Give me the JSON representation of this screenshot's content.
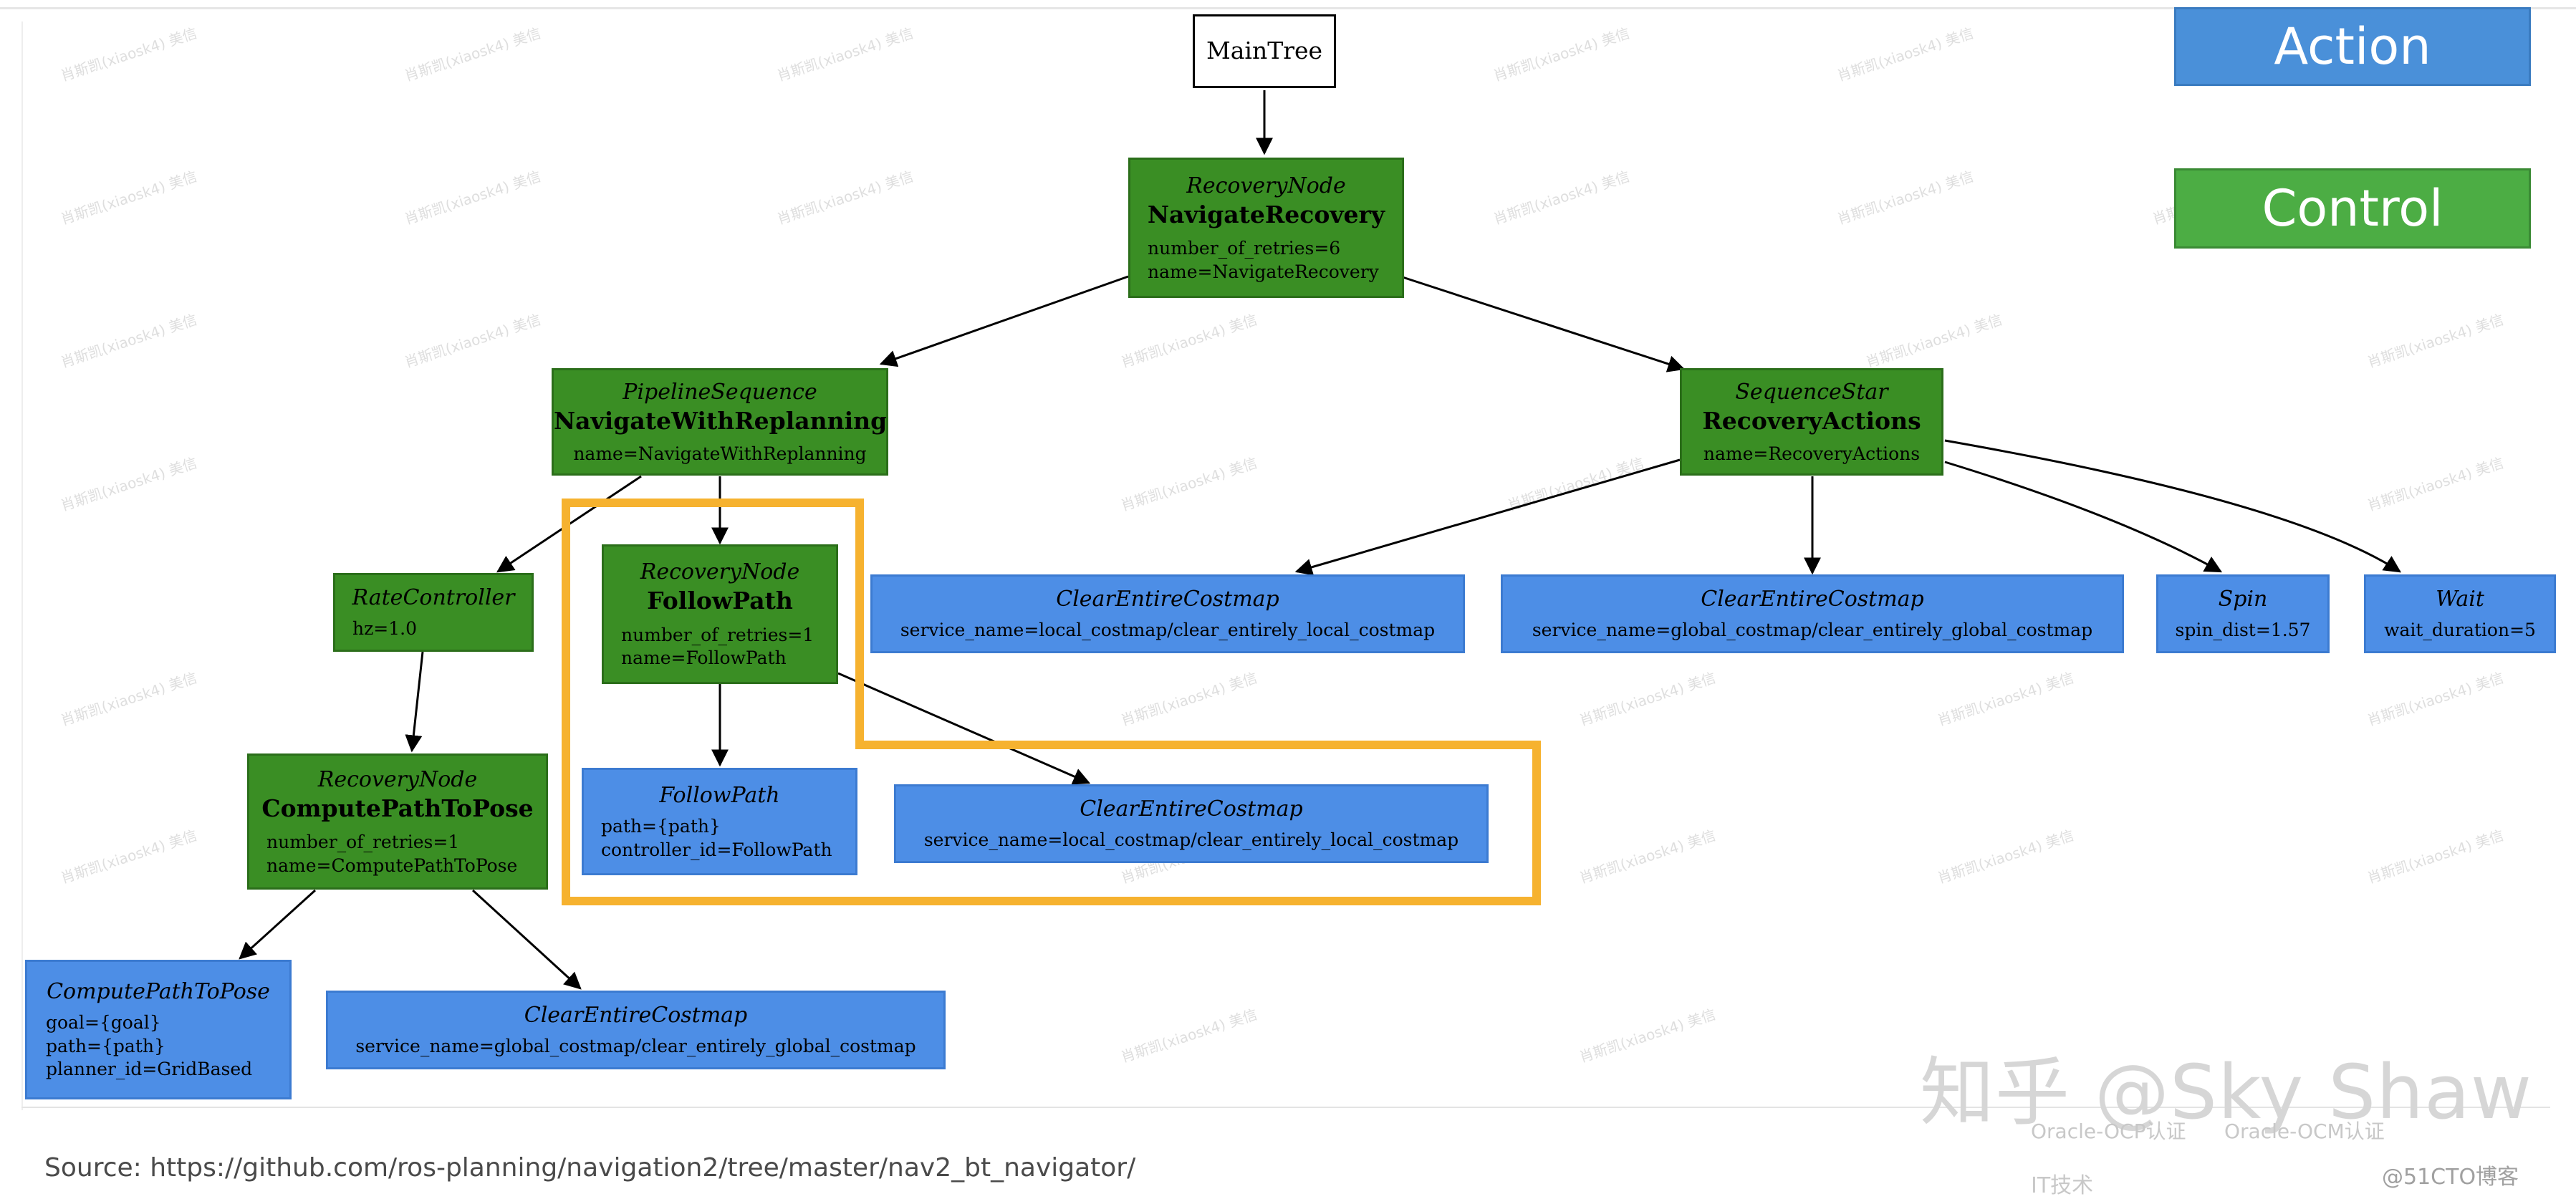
{
  "legend": {
    "action_label": "Action",
    "control_label": "Control"
  },
  "nodes": {
    "main_tree": {
      "title": "MainTree"
    },
    "navigate_recovery": {
      "kind": "RecoveryNode",
      "title": "NavigateRecovery",
      "params": [
        "number_of_retries=6",
        "name=NavigateRecovery"
      ]
    },
    "navigate_with_replanning": {
      "kind": "PipelineSequence",
      "title": "NavigateWithReplanning",
      "params": [
        "name=NavigateWithReplanning"
      ]
    },
    "recovery_actions": {
      "kind": "SequenceStar",
      "title": "RecoveryActions",
      "params": [
        "name=RecoveryActions"
      ]
    },
    "rate_controller": {
      "kind": "RateController",
      "params": [
        "hz=1.0"
      ]
    },
    "follow_path_recovery": {
      "kind": "RecoveryNode",
      "title": "FollowPath",
      "params": [
        "number_of_retries=1",
        "name=FollowPath"
      ]
    },
    "compute_path_recovery": {
      "kind": "RecoveryNode",
      "title": "ComputePathToPose",
      "params": [
        "number_of_retries=1",
        "name=ComputePathToPose"
      ]
    },
    "compute_path_action": {
      "kind": "ComputePathToPose",
      "params": [
        "goal={goal}",
        "path={path}",
        "planner_id=GridBased"
      ]
    },
    "clear_global_left": {
      "kind": "ClearEntireCostmap",
      "params": [
        "service_name=global_costmap/clear_entirely_global_costmap"
      ]
    },
    "follow_path_action": {
      "kind": "FollowPath",
      "params": [
        "path={path}",
        "controller_id=FollowPath"
      ]
    },
    "clear_local_mid": {
      "kind": "ClearEntireCostmap",
      "params": [
        "service_name=local_costmap/clear_entirely_local_costmap"
      ]
    },
    "clear_local_top": {
      "kind": "ClearEntireCostmap",
      "params": [
        "service_name=local_costmap/clear_entirely_local_costmap"
      ]
    },
    "clear_global_top": {
      "kind": "ClearEntireCostmap",
      "params": [
        "service_name=global_costmap/clear_entirely_global_costmap"
      ]
    },
    "spin": {
      "kind": "Spin",
      "params": [
        "spin_dist=1.57"
      ]
    },
    "wait": {
      "kind": "Wait",
      "params": [
        "wait_duration=5"
      ]
    }
  },
  "footer": {
    "source": "Source: https://github.com/ros-planning/navigation2/tree/master/nav2_bt_navigator/",
    "brand": "知乎 @Sky Shaw",
    "tag_ocp": "Oracle-OCP认证",
    "tag_ocm": "Oracle-OCM认证",
    "tag_it": "IT技术",
    "tag_51cto": "@51CTO博客"
  },
  "watermark": "肖斯凯(xiaosk4) 美信",
  "colors": {
    "control": "#3a8e24",
    "action": "#4d8ee6",
    "highlight": "#f6b22f",
    "edge": "#000000"
  }
}
